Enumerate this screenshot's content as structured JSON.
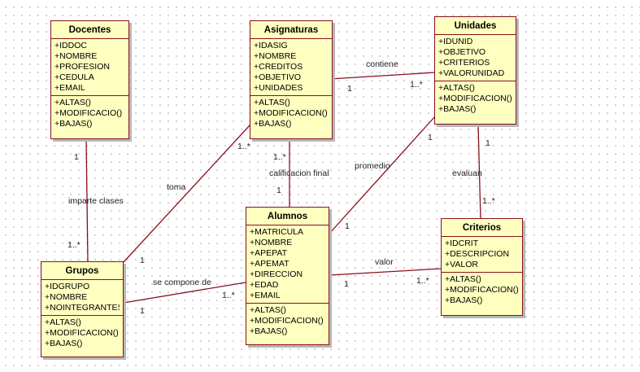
{
  "classes": {
    "docentes": {
      "name": "Docentes",
      "attributes": [
        "+IDDOC",
        "+NOMBRE",
        "+PROFESION",
        "+CEDULA",
        "+EMAIL"
      ],
      "methods": [
        "+ALTAS()",
        "+MODIFICACIO()",
        "+BAJAS()"
      ]
    },
    "asignaturas": {
      "name": "Asignaturas",
      "attributes": [
        "+IDASIG",
        "+NOMBRE",
        "+CREDITOS",
        "+OBJETIVO",
        "+UNIDADES"
      ],
      "methods": [
        "+ALTAS()",
        "+MODIFICACION()",
        "+BAJAS()"
      ]
    },
    "unidades": {
      "name": "Unidades",
      "attributes": [
        "+IDUNID",
        "+OBJETIVO",
        "+CRITERIOS",
        "+VALORUNIDAD"
      ],
      "methods": [
        "+ALTAS()",
        "+MODIFICACION()",
        "+BAJAS()"
      ]
    },
    "alumnos": {
      "name": "Alumnos",
      "attributes": [
        "+MATRICULA",
        "+NOMBRE",
        "+APEPAT",
        "+APEMAT",
        "+DIRECCION",
        "+EDAD",
        "+EMAIL"
      ],
      "methods": [
        "+ALTAS()",
        "+MODIFICACION()",
        "+BAJAS()"
      ]
    },
    "grupos": {
      "name": "Grupos",
      "attributes": [
        "+IDGRUPO",
        "+NOMBRE",
        "+NOINTEGRANTES"
      ],
      "methods": [
        "+ALTAS()",
        "+MODIFICACION()",
        "+BAJAS()"
      ]
    },
    "criterios": {
      "name": "Criterios",
      "attributes": [
        "+IDCRIT",
        "+DESCRIPCION",
        "+VALOR"
      ],
      "methods": [
        "+ALTAS()",
        "+MODIFICACION()",
        "+BAJAS()"
      ]
    }
  },
  "relations": {
    "contiene": {
      "label": "contiene",
      "from": "Asignaturas",
      "to": "Unidades",
      "m1": "1",
      "m2": "1..*"
    },
    "imparte": {
      "label": "imparte clases",
      "from": "Docentes",
      "to": "Grupos",
      "m1": "1",
      "m2": "1..*"
    },
    "toma": {
      "label": "toma",
      "from": "Grupos",
      "to": "Asignaturas",
      "m1": "1",
      "m2": "1..*"
    },
    "calificacion": {
      "label": "calificacion final",
      "from": "Asignaturas",
      "to": "Alumnos",
      "m1": "1..*",
      "m2": "1"
    },
    "promedio": {
      "label": "promedio",
      "from": "Unidades",
      "to": "Alumnos",
      "m1": "1",
      "m2": "1"
    },
    "evaluan": {
      "label": "evaluan",
      "from": "Unidades",
      "to": "Criterios",
      "m1": "1",
      "m2": "1..*"
    },
    "valor": {
      "label": "valor",
      "from": "Alumnos",
      "to": "Criterios",
      "m1": "1",
      "m2": "1..*"
    },
    "compone": {
      "label": "se compone de",
      "from": "Grupos",
      "to": "Alumnos",
      "m1": "1",
      "m2": "1..*"
    }
  }
}
